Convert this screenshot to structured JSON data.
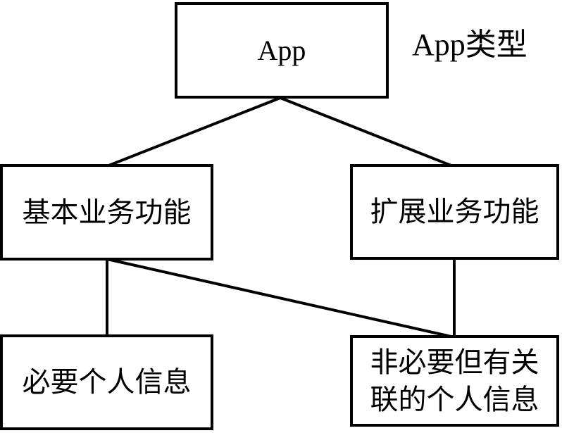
{
  "diagram": {
    "side_label": "App类型",
    "nodes": [
      {
        "id": "app",
        "label": "App"
      },
      {
        "id": "basic",
        "label": "基本业务功能"
      },
      {
        "id": "extended",
        "label": "扩展业务功能"
      },
      {
        "id": "necessary",
        "label": "必要个人信息"
      },
      {
        "id": "non_necessary",
        "label": "非必要但有关\n联的个人信息"
      }
    ],
    "edges": [
      {
        "from": "App",
        "to": "基本业务功能"
      },
      {
        "from": "App",
        "to": "扩展业务功能"
      },
      {
        "from": "基本业务功能",
        "to": "必要个人信息"
      },
      {
        "from": "基本业务功能",
        "to": "非必要但有关联的个人信息"
      },
      {
        "from": "扩展业务功能",
        "to": "非必要但有关联的个人信息"
      }
    ],
    "colors": {
      "background": "#ffffff",
      "box_border": "#000000",
      "line": "#000000",
      "text": "#000000"
    }
  }
}
